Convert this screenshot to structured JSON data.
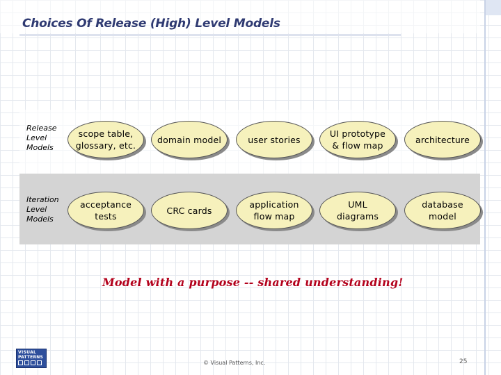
{
  "slide": {
    "title": "Choices Of Release (High) Level Models",
    "tagline": "Model with a purpose -- shared understanding!",
    "copyright": "© Visual Patterns, Inc.",
    "page_number": "25",
    "logo": {
      "line1": "VISUAL",
      "line2": "PATTERNS"
    }
  },
  "rows": [
    {
      "label": "Release\nLevel\nModels",
      "items": [
        "scope table,\nglossary, etc.",
        "domain model",
        "user stories",
        "UI prototype\n& flow map",
        "architecture"
      ]
    },
    {
      "label": "Iteration\nLevel\nModels",
      "items": [
        "acceptance\ntests",
        "CRC cards",
        "application\nflow map",
        "UML\ndiagrams",
        "database\nmodel"
      ]
    }
  ],
  "colors": {
    "title": "#2f3a72",
    "tagline": "#b3001b",
    "ellipse_fill": "#f6f1bc",
    "iteration_band": "#d4d4d4"
  }
}
